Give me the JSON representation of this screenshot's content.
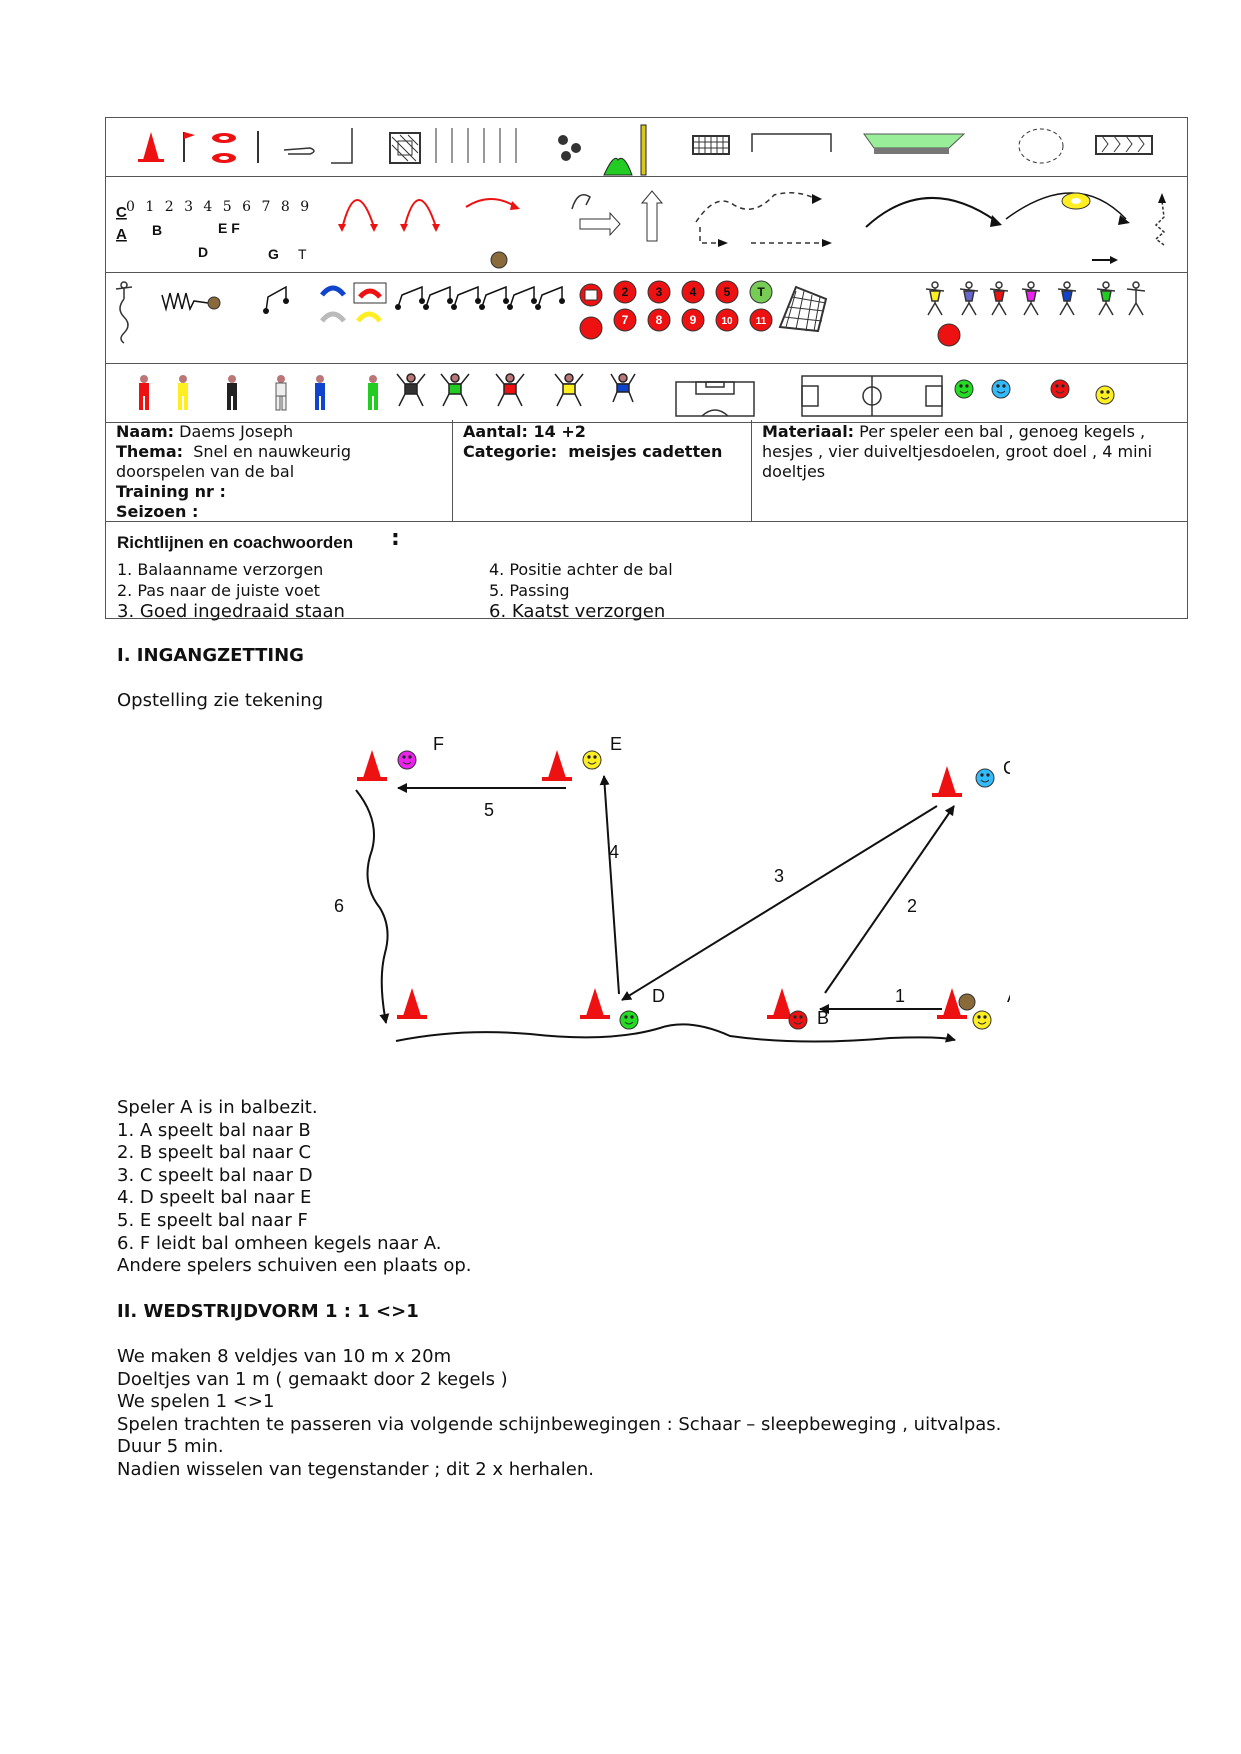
{
  "symbols": {
    "numbers_row": "0 1 2 3 4 5 6 7 8 9",
    "letter_c": "C",
    "letter_a": "A",
    "letter_b": "B",
    "letter_d": "D",
    "letters_ef": "E F",
    "letter_g": "G",
    "letter_t": "T",
    "red_numbers_top": [
      "2",
      "3",
      "4",
      "5"
    ],
    "green_t": "T",
    "red_numbers_bottom": [
      "7",
      "8",
      "9",
      "10",
      "11"
    ]
  },
  "info": {
    "naam_label": "Naam:",
    "naam_value": "Daems Joseph",
    "thema_label": "Thema:",
    "thema_value_1": "Snel en nauwkeurig",
    "thema_value_2": "doorspelen van de bal",
    "training_label": "Training nr :",
    "seizoen_label": "Seizoen :",
    "aantal_label": "Aantal:",
    "aantal_value": "14 +2",
    "categorie_label": "Categorie:",
    "categorie_value": "meisjes cadetten",
    "materiaal_label": "Materiaal:",
    "materiaal_value_1": "Per speler een bal , genoeg kegels ,",
    "materiaal_value_2": "hesjes , vier duiveltjesdoelen, groot doel , 4 mini",
    "materiaal_value_3": "doeltjes"
  },
  "guidelines": {
    "title": "Richtlijnen en coachwoorden",
    "colon": ":",
    "items": [
      "1. Balaanname verzorgen",
      "2. Pas naar de juiste voet",
      "3. Goed ingedraaid staan",
      "4. Positie achter de bal",
      "5. Passing",
      "6. Kaatst verzorgen"
    ]
  },
  "section1": {
    "title": "I. INGANGZETTING",
    "intro": "Opstelling zie tekening",
    "lines": [
      "Speler A is in balbezit.",
      "1. A speelt bal naar B",
      "2. B speelt bal naar C",
      "3. C speelt bal naar D",
      "4. D speelt bal naar E",
      "5. E speelt bal naar F",
      "6. F leidt bal omheen kegels naar A.",
      "Andere spelers schuiven een plaats op."
    ]
  },
  "diagram": {
    "players": {
      "a": "A",
      "b": "B",
      "c": "C",
      "d": "D",
      "e": "E",
      "f": "F"
    },
    "passes": [
      "1",
      "2",
      "3",
      "4",
      "5",
      "6"
    ]
  },
  "section2": {
    "title": "II. WEDSTRIJDVORM 1 : 1 <>1",
    "lines": [
      "We maken 8 veldjes van 10 m x 20m",
      "Doeltjes van 1 m ( gemaakt door 2 kegels )",
      "We spelen 1 <>1",
      "Spelen trachten te passeren via volgende schijnbewegingen : Schaar – sleepbeweging , uitvalpas.",
      "Duur 5 min.",
      "Nadien wisselen van tegenstander ; dit 2 x herhalen."
    ]
  },
  "colors": {
    "cone_red": "#ee1111",
    "player_yellow": "#ffee22",
    "player_blue": "#33bbff",
    "player_magenta": "#ee22ee",
    "player_green": "#22dd22",
    "player_red": "#ee1111",
    "field_green": "#99ee99"
  }
}
